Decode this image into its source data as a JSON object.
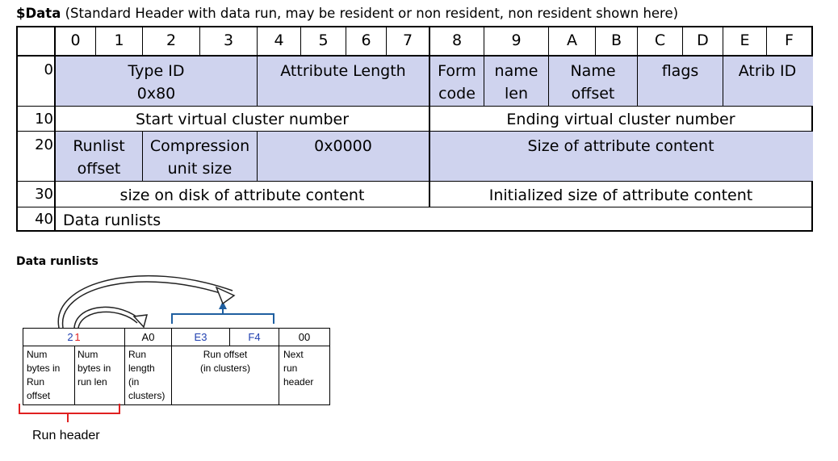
{
  "caption": {
    "bold": "$Data",
    "rest": "(Standard Header with data run, may be resident or non resident, non resident shown here)"
  },
  "header_cols": [
    "0",
    "1",
    "2",
    "3",
    "4",
    "5",
    "6",
    "7",
    "8",
    "9",
    "A",
    "B",
    "C",
    "D",
    "E",
    "F"
  ],
  "row_labels": [
    "0",
    "10",
    "20",
    "30",
    "40"
  ],
  "rows": {
    "r0": {
      "type_id": "Type ID",
      "type_id_val": "0x80",
      "attr_len": "Attribute Length",
      "form": "Form",
      "form2": "code",
      "name": "name",
      "name2": "len",
      "name_off": "Name",
      "name_off2": "offset",
      "flags": "flags",
      "atrib": "Atrib ID"
    },
    "r10": {
      "start": "Start virtual cluster number",
      "end": "Ending virtual cluster number"
    },
    "r20": {
      "runlist": "Runlist",
      "runlist2": "offset",
      "comp": "Compression",
      "comp2": "unit size",
      "zero": "0x0000",
      "size": "Size of attribute content"
    },
    "r30": {
      "disk": "size on disk of attribute content",
      "init": "Initialized size of attribute content"
    },
    "r40": {
      "runlists": "Data runlists"
    }
  },
  "runlist_section": {
    "title": "Data runlists",
    "hex_2": "2",
    "hex_1": "1",
    "hex_a0": "A0",
    "hex_e3": "E3",
    "hex_f4": "F4",
    "hex_00": "00",
    "desc_1": [
      "Num",
      "bytes in",
      "Run",
      "offset"
    ],
    "desc_2": [
      "Num",
      "bytes in",
      "run len"
    ],
    "desc_3": [
      "Run",
      "length",
      "(in",
      "clusters)"
    ],
    "desc_4": [
      "Run offset",
      "(in clusters)"
    ],
    "desc_5": [
      "Next",
      "run",
      "header"
    ],
    "run_header": "Run header"
  },
  "colors": {
    "band": "#cfd3ee",
    "hex_blue": "#1f3fb0",
    "hex_red": "#e02020",
    "bracket_blue": "#1f5fa0",
    "bracket_red": "#e02020"
  }
}
